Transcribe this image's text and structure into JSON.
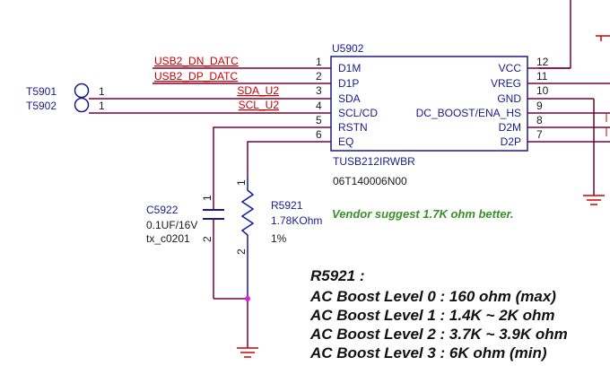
{
  "ic": {
    "refdes": "U5902",
    "part": "TUSB212IRWBR",
    "part_number": "06T140006N00",
    "left_pins": [
      {
        "num": "1",
        "name": "D1M",
        "net": "USB2_DN_DATC"
      },
      {
        "num": "2",
        "name": "D1P",
        "net": "USB2_DP_DATC"
      },
      {
        "num": "3",
        "name": "SDA",
        "net": "SDA_U2"
      },
      {
        "num": "4",
        "name": "SCL/CD",
        "net": "SCL_U2"
      },
      {
        "num": "5",
        "name": "RSTN",
        "net": ""
      },
      {
        "num": "6",
        "name": "EQ",
        "net": ""
      }
    ],
    "right_pins": [
      {
        "num": "12",
        "name": "VCC"
      },
      {
        "num": "11",
        "name": "VREG"
      },
      {
        "num": "10",
        "name": "GND"
      },
      {
        "num": "9",
        "name": "DC_BOOST/ENA_HS"
      },
      {
        "num": "8",
        "name": "D2M"
      },
      {
        "num": "7",
        "name": "D2P"
      }
    ]
  },
  "test_points": [
    {
      "name": "T5901",
      "pin": "1"
    },
    {
      "name": "T5902",
      "pin": "1"
    }
  ],
  "capacitor": {
    "refdes": "C5922",
    "value": "0.1UF/16V",
    "footprint": "tx_c0201",
    "pin1": "1",
    "pin2": "2"
  },
  "resistor": {
    "refdes": "R5921",
    "value": "1.78KOhm",
    "tolerance": "1%",
    "pin1": "1",
    "pin2": "2"
  },
  "vendor_note": "Vendor suggest 1.7K ohm better.",
  "boost_notes": {
    "title": "R5921 :",
    "levels": [
      "AC Boost Level 0 : 160 ohm (max)",
      "AC Boost Level 1 : 1.4K ~ 2K ohm",
      "AC Boost Level 2 : 3.7K ~ 3.9K ohm",
      "AC Boost Level 3 : 6K ohm (min)"
    ]
  },
  "colors": {
    "wire": "#7a0033",
    "net_label": "#cc0000",
    "component": "#1a1a8c",
    "junction": "#e020e0",
    "test_point": "#1a1a8c",
    "vendor_note": "#3a8f28"
  }
}
